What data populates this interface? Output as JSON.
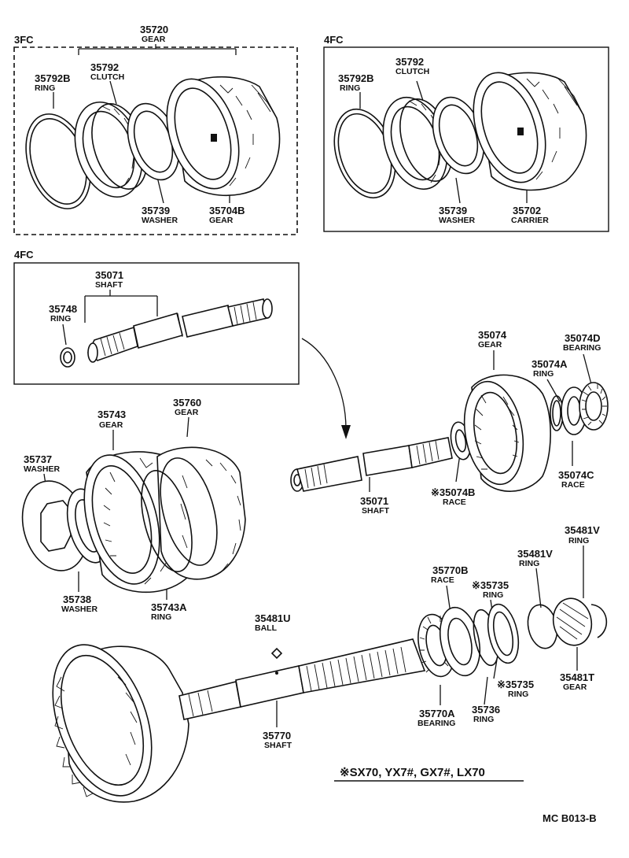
{
  "groups": {
    "top_left": "3FC",
    "top_right": "4FC",
    "mid_left": "4FC"
  },
  "parts": {
    "p35720": {
      "num": "35720",
      "name": "GEAR"
    },
    "p35792_l": {
      "num": "35792",
      "name": "CLUTCH"
    },
    "p35792b_l": {
      "num": "35792B",
      "name": "RING"
    },
    "p35739_l": {
      "num": "35739",
      "name": "WASHER"
    },
    "p35704b": {
      "num": "35704B",
      "name": "GEAR"
    },
    "p35792b_r": {
      "num": "35792B",
      "name": "RING"
    },
    "p35792_r": {
      "num": "35792",
      "name": "CLUTCH"
    },
    "p35739_r": {
      "num": "35739",
      "name": "WASHER"
    },
    "p35702": {
      "num": "35702",
      "name": "CARRIER"
    },
    "p35071_box": {
      "num": "35071",
      "name": "SHAFT"
    },
    "p35748": {
      "num": "35748",
      "name": "RING"
    },
    "p35074": {
      "num": "35074",
      "name": "GEAR"
    },
    "p35074d": {
      "num": "35074D",
      "name": "BEARING"
    },
    "p35074a": {
      "num": "35074A",
      "name": "RING"
    },
    "p35074c": {
      "num": "35074C",
      "name": "RACE"
    },
    "p35074b": {
      "num": "※35074B",
      "name": "RACE"
    },
    "p35071": {
      "num": "35071",
      "name": "SHAFT"
    },
    "p35743": {
      "num": "35743",
      "name": "GEAR"
    },
    "p35760": {
      "num": "35760",
      "name": "GEAR"
    },
    "p35737": {
      "num": "35737",
      "name": "WASHER"
    },
    "p35738": {
      "num": "35738",
      "name": "WASHER"
    },
    "p35743a": {
      "num": "35743A",
      "name": "RING"
    },
    "p35481v_1": {
      "num": "35481V",
      "name": "RING"
    },
    "p35481v_2": {
      "num": "35481V",
      "name": "RING"
    },
    "p35770b": {
      "num": "35770B",
      "name": "RACE"
    },
    "p35735_1": {
      "num": "※35735",
      "name": "RING"
    },
    "p35481u": {
      "num": "35481U",
      "name": "BALL"
    },
    "p35735_2": {
      "num": "※35735",
      "name": "RING"
    },
    "p35481t": {
      "num": "35481T",
      "name": "GEAR"
    },
    "p35736": {
      "num": "35736",
      "name": "RING"
    },
    "p35770a": {
      "num": "35770A",
      "name": "BEARING"
    },
    "p35770": {
      "num": "35770",
      "name": "SHAFT"
    }
  },
  "footnote": "※SX70, YX7#, GX7#, LX70",
  "drawing_code": "MC B013-B"
}
